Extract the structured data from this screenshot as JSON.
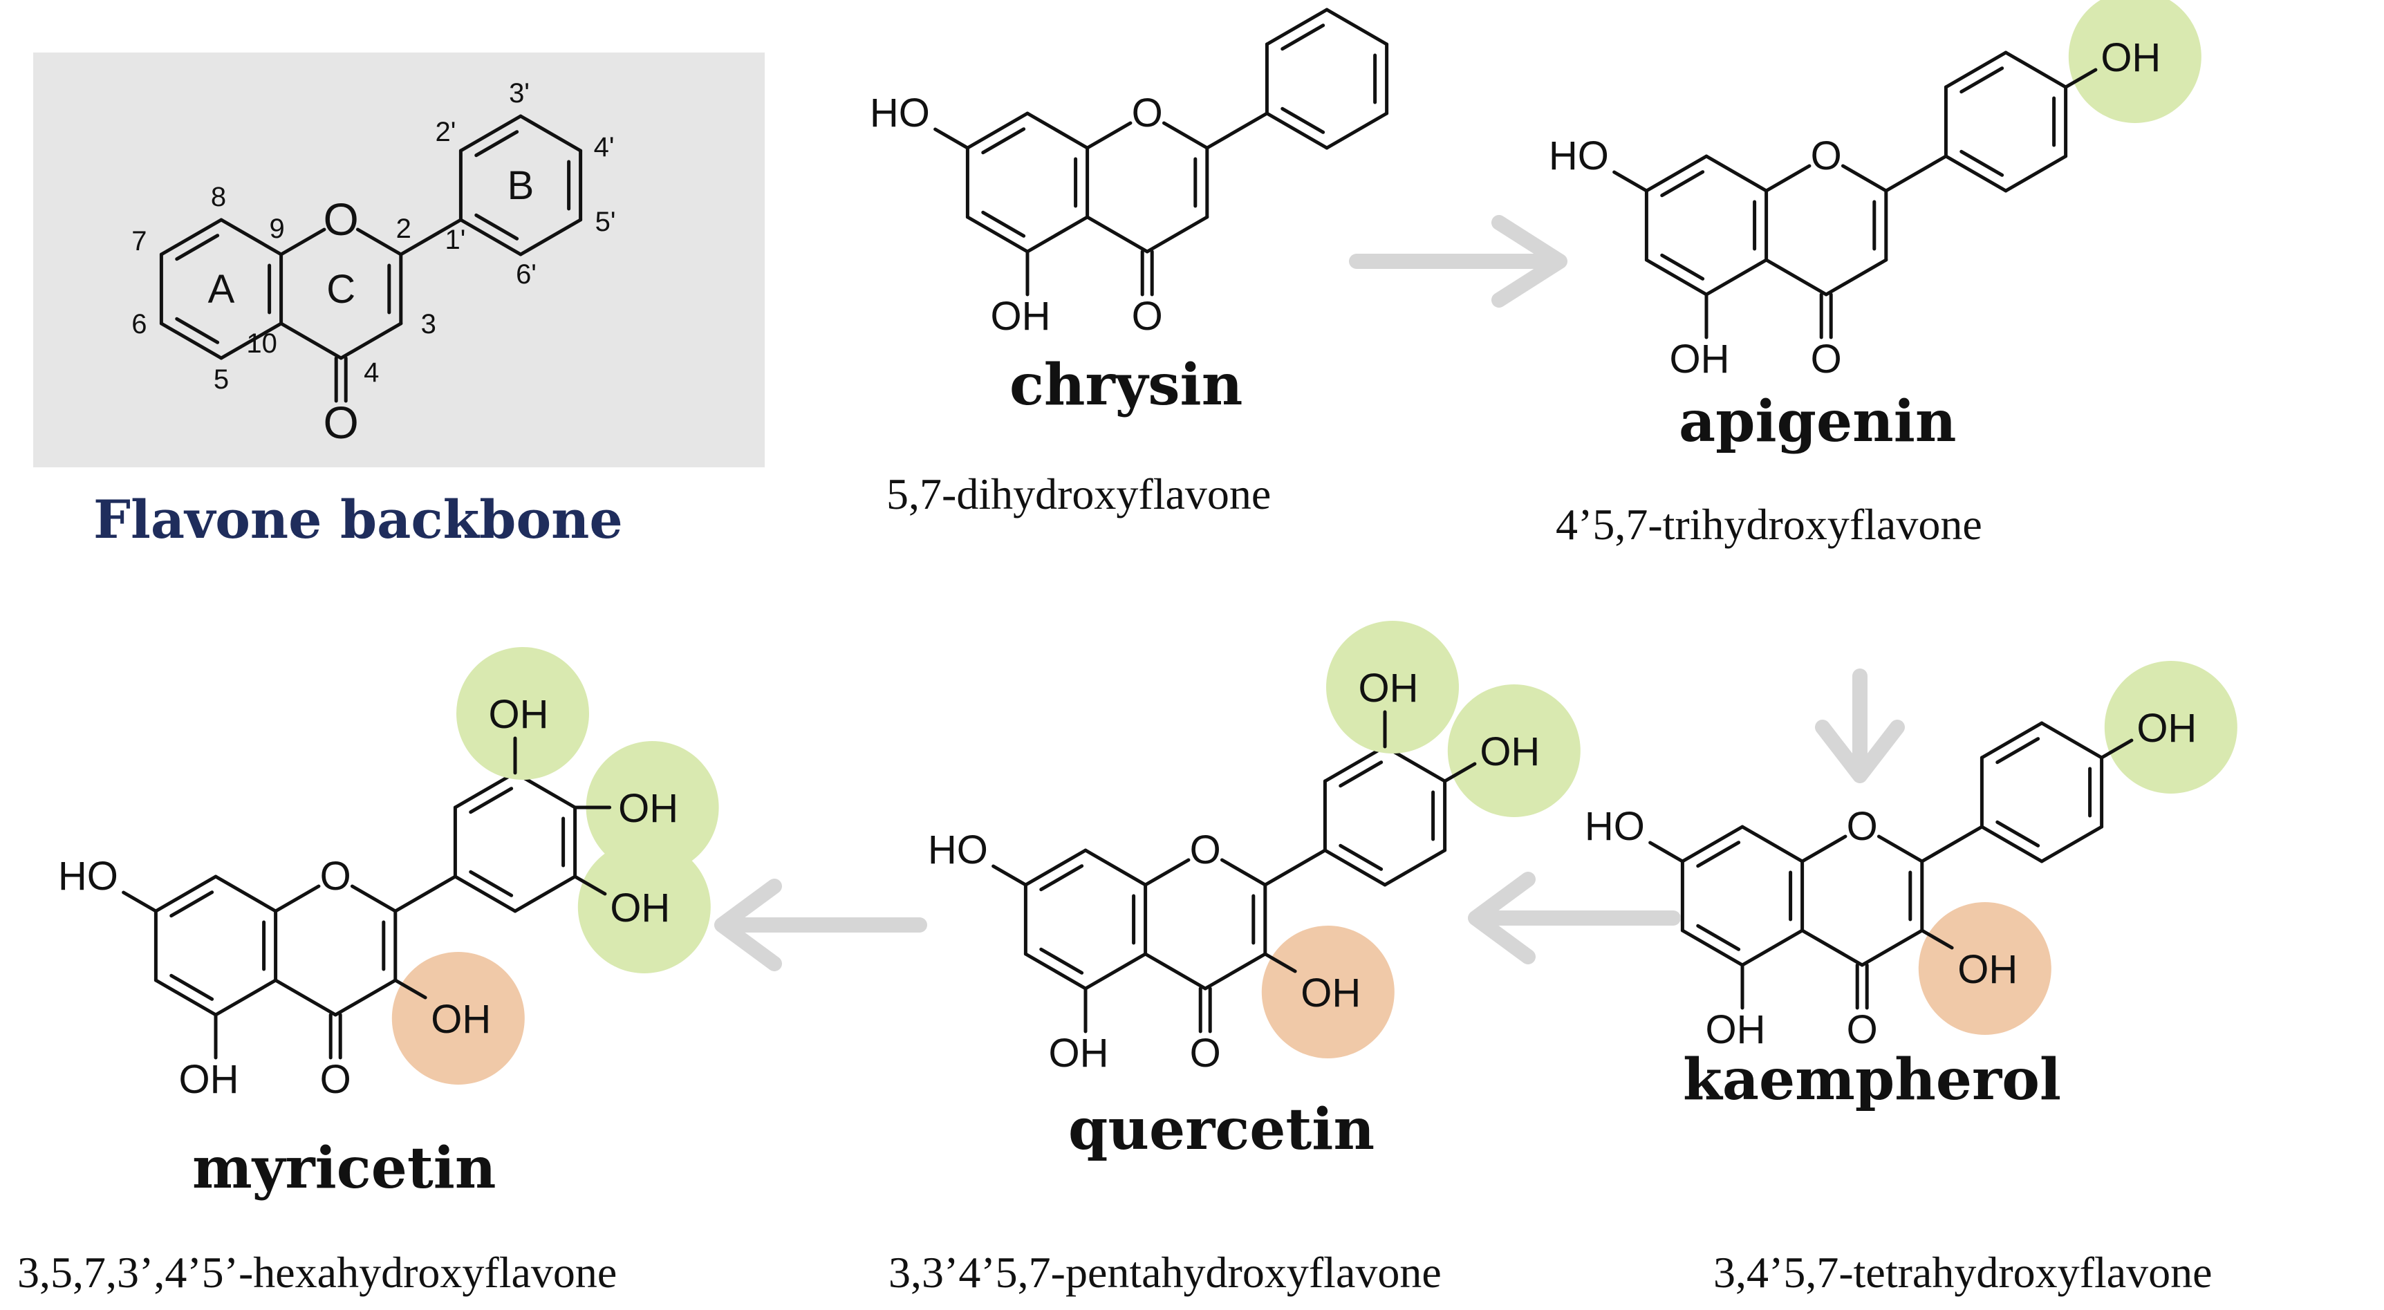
{
  "backbone": {
    "title": "Flavone backbone",
    "title_color": "#1f2d5c",
    "panel_color": "#e6e6e6",
    "ring_labels": [
      "A",
      "C",
      "B"
    ],
    "positions": [
      "2",
      "3",
      "4",
      "5",
      "6",
      "7",
      "8",
      "9",
      "10",
      "1'",
      "2'",
      "3'",
      "4'",
      "5'",
      "6'"
    ],
    "ring_oxygen": "O",
    "carbonyl_oxygen": "O"
  },
  "highlight_colors": {
    "hydroxyl_B_ring": "#d9e9b0",
    "hydroxyl_C3": "#f0c9a8"
  },
  "arrow_color": "#d6d6d6",
  "compounds": [
    {
      "name": "chrysin",
      "iupac": "5,7-dihydroxyflavone",
      "substituents": [
        "HO",
        "OH"
      ]
    },
    {
      "name": "apigenin",
      "iupac": "4’5,7-trihydroxyflavone",
      "substituents": [
        "HO",
        "OH",
        "OH"
      ]
    },
    {
      "name": "kaempherol",
      "iupac": "3,4’5,7-tetrahydroxyflavone",
      "substituents": [
        "HO",
        "OH",
        "OH",
        "OH"
      ]
    },
    {
      "name": "quercetin",
      "iupac": "3,3’4’5,7-pentahydroxyflavone",
      "substituents": [
        "HO",
        "OH",
        "OH",
        "OH",
        "OH"
      ]
    },
    {
      "name": "myricetin",
      "iupac": "3,5,7,3’,4’5’-hexahydroxyflavone",
      "substituents": [
        "HO",
        "OH",
        "OH",
        "OH",
        "OH",
        "OH"
      ]
    }
  ],
  "atoms": {
    "oxygen": "O",
    "hydroxyl": "OH",
    "hydroxyl_left": "HO"
  }
}
